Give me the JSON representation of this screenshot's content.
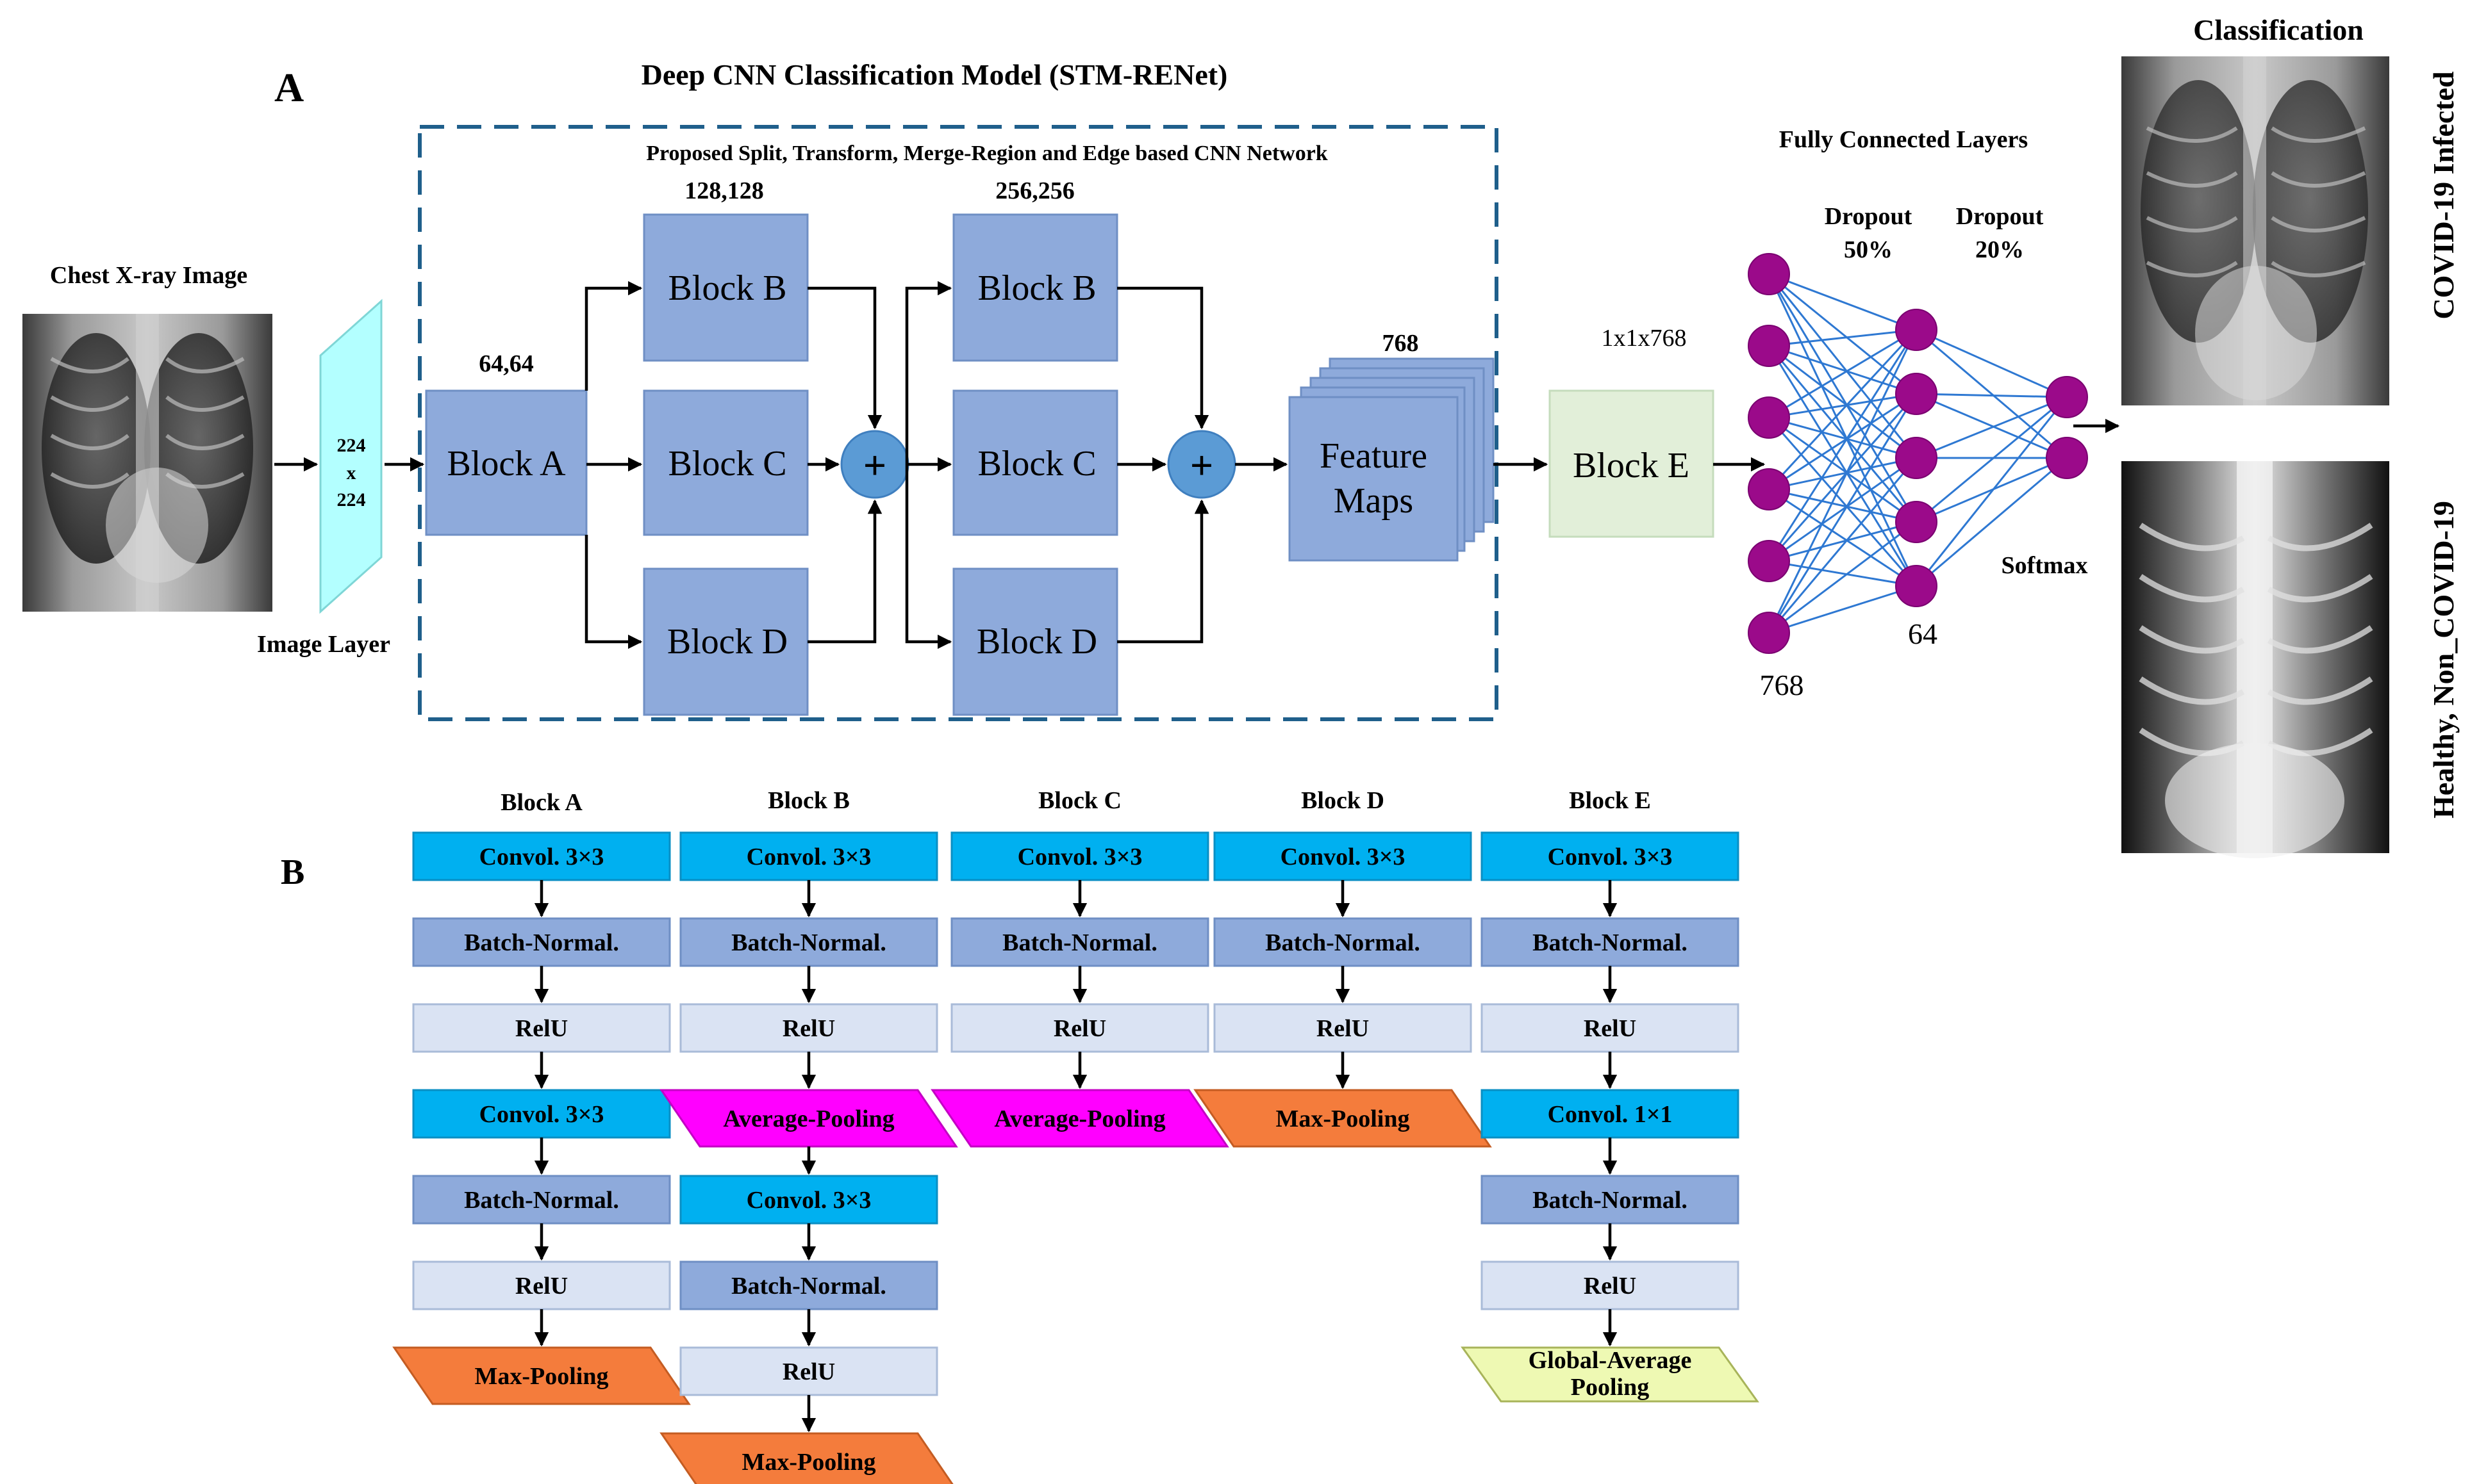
{
  "section_a": "A",
  "section_b": "B",
  "title": "Deep CNN Classification Model (STM-RENet)",
  "subtitle": "Proposed Split, Transform, Merge-Region and Edge based CNN Network",
  "input_label": "Chest X-ray Image",
  "image_layer": {
    "label": "Image Layer",
    "dim_top": "224",
    "dim_x": "x",
    "dim_bottom": "224"
  },
  "block_a": {
    "label": "Block A",
    "dims": "64,64"
  },
  "stage1": {
    "dims": "128,128",
    "b": "Block B",
    "c": "Block C",
    "d": "Block D"
  },
  "stage2": {
    "dims": "256,256",
    "b": "Block B",
    "c": "Block C",
    "d": "Block D"
  },
  "merge_symbol": "+",
  "feature_maps": {
    "line1": "Feature",
    "line2": "Maps",
    "dims": "768"
  },
  "block_e": {
    "label": "Block E",
    "dims": "1x1x768"
  },
  "fc": {
    "title": "Fully Connected Layers",
    "dropout1_title": "Dropout",
    "dropout1_rate": "50%",
    "dropout2_title": "Dropout",
    "dropout2_rate": "20%",
    "layer1_count": "768",
    "layer2_count": "64",
    "softmax": "Softmax",
    "layer_neurons": [
      6,
      5,
      2
    ]
  },
  "classification": {
    "title": "Classification",
    "class1": "COVID-19 Infected",
    "class2": "Healthy, Non_COVID-19"
  },
  "colors": {
    "block": "#8eaadb",
    "block_e": "#e2efd9",
    "image_layer": "#b3ffff",
    "merge": "#5b9bd5",
    "neuron": "#9b0a8a",
    "fc_line": "#2e78d2",
    "frame": "#1f5f8b",
    "conv": "#00b0f0",
    "batchnorm": "#8eaadb",
    "relu": "#dae3f3",
    "max_pool": "#f47c3c",
    "avg_pool": "#ff00ff",
    "gap": "#eef9b3"
  },
  "block_details": [
    {
      "title": "Block A",
      "layers": [
        {
          "label": "Convol. 3×3",
          "kind": "conv"
        },
        {
          "label": "Batch-Normal.",
          "kind": "bn"
        },
        {
          "label": "RelU",
          "kind": "relu"
        },
        {
          "label": "Convol. 3×3",
          "kind": "conv"
        },
        {
          "label": "Batch-Normal.",
          "kind": "bn"
        },
        {
          "label": "RelU",
          "kind": "relu"
        },
        {
          "label": "Max-Pooling",
          "kind": "maxpool"
        }
      ]
    },
    {
      "title": "Block B",
      "layers": [
        {
          "label": "Convol. 3×3",
          "kind": "conv"
        },
        {
          "label": "Batch-Normal.",
          "kind": "bn"
        },
        {
          "label": "RelU",
          "kind": "relu"
        },
        {
          "label": "Average-Pooling",
          "kind": "avgpool"
        },
        {
          "label": "Convol. 3×3",
          "kind": "conv"
        },
        {
          "label": "Batch-Normal.",
          "kind": "bn"
        },
        {
          "label": "RelU",
          "kind": "relu"
        },
        {
          "label": "Max-Pooling",
          "kind": "maxpool"
        }
      ]
    },
    {
      "title": "Block C",
      "layers": [
        {
          "label": "Convol. 3×3",
          "kind": "conv"
        },
        {
          "label": "Batch-Normal.",
          "kind": "bn"
        },
        {
          "label": "RelU",
          "kind": "relu"
        },
        {
          "label": "Average-Pooling",
          "kind": "avgpool"
        }
      ]
    },
    {
      "title": "Block D",
      "layers": [
        {
          "label": "Convol. 3×3",
          "kind": "conv"
        },
        {
          "label": "Batch-Normal.",
          "kind": "bn"
        },
        {
          "label": "RelU",
          "kind": "relu"
        },
        {
          "label": "Max-Pooling",
          "kind": "maxpool"
        }
      ]
    },
    {
      "title": "Block E",
      "layers": [
        {
          "label": "Convol. 3×3",
          "kind": "conv"
        },
        {
          "label": "Batch-Normal.",
          "kind": "bn"
        },
        {
          "label": "RelU",
          "kind": "relu"
        },
        {
          "label": "Convol. 1×1",
          "kind": "conv"
        },
        {
          "label": "Batch-Normal.",
          "kind": "bn"
        },
        {
          "label": "RelU",
          "kind": "relu"
        },
        {
          "label": "Global-Average Pooling",
          "kind": "gap"
        }
      ]
    }
  ]
}
